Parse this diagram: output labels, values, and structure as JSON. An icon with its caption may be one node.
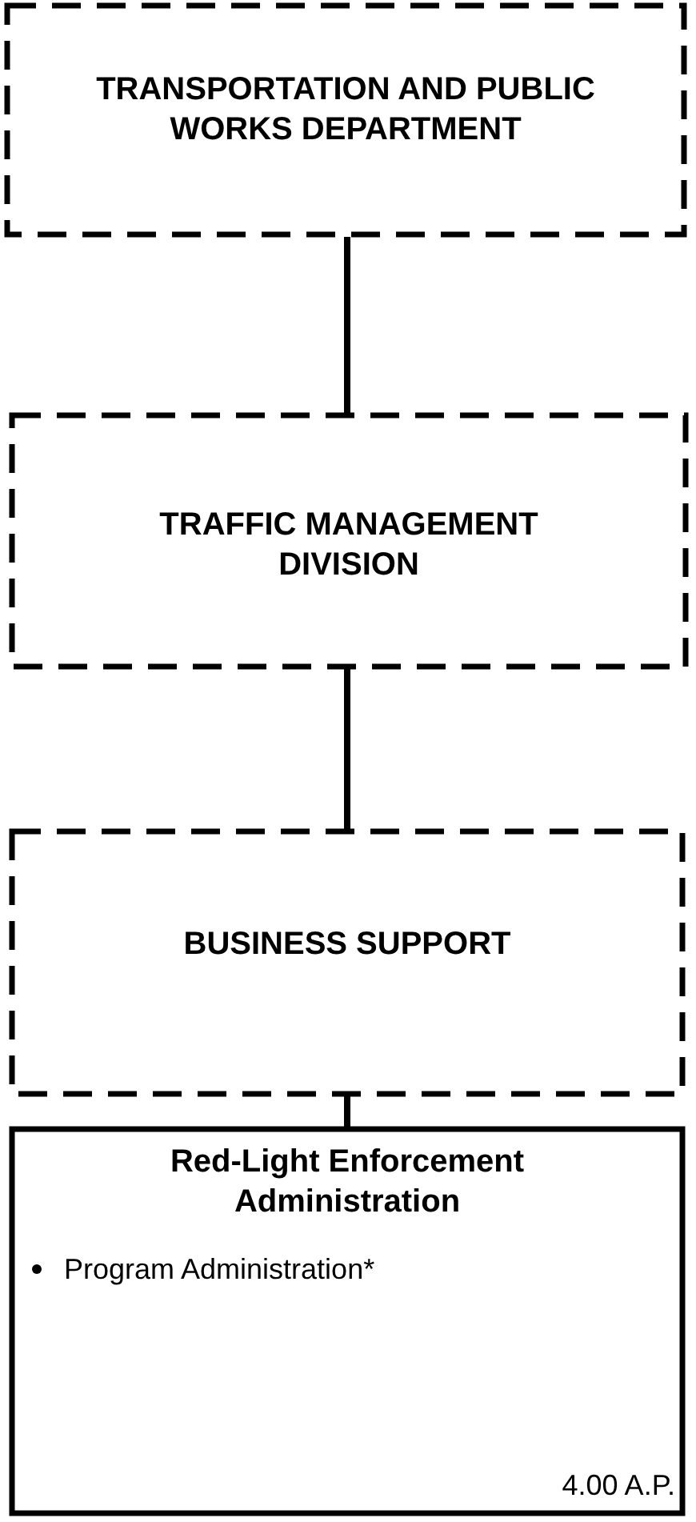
{
  "diagram": {
    "nodes": [
      {
        "text": [
          "TRANSPORTATION AND PUBLIC WORKS DEPARTMENT"
        ]
      },
      {
        "text": [
          "TRAFFIC MANAGEMENT DIVISION"
        ]
      },
      {
        "text": [
          "BUSINESS SUPPORT"
        ]
      },
      {
        "text": [
          "Red-Light Enforcement Administration",
          "Program Administration*",
          "4.00 A.P."
        ]
      }
    ],
    "edges": [
      {
        "from": 0,
        "to": 1,
        "arrow": "none"
      },
      {
        "from": 1,
        "to": 2,
        "arrow": "none"
      },
      {
        "from": 2,
        "to": 3,
        "arrow": "none"
      }
    ]
  }
}
